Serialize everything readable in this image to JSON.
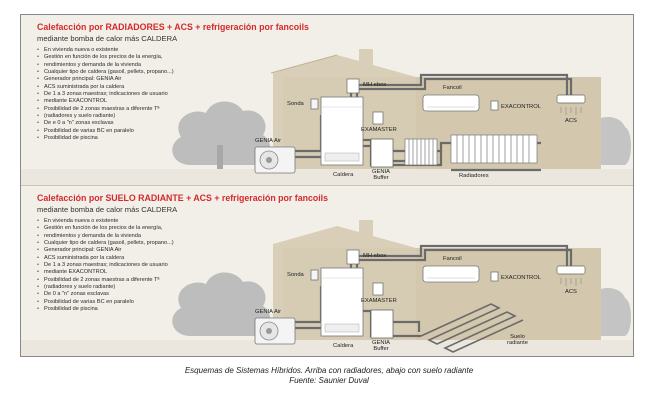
{
  "panels": [
    {
      "title": "Calefacción por RADIADORES + ACS + refrigeración por fancoils",
      "subtitle": "mediante bomba de calor más CALDERA",
      "features": [
        "En vivienda nueva o existente",
        "Gestión en función de los precios de la energía,",
        "rendimientos y demanda de la vivienda",
        "Cualquier tipo de caldera (gasoil, pellets, propano...)",
        "Generador principal: GENIA Air",
        "ACS suministrada por la caldera",
        "De 1 a 3 zonas maestras; indicaciones de usuario",
        "mediante EXACONTROL",
        "Posibilidad de 2 zonas maestras a diferente Tª",
        "(radiadores y suelo radiante)",
        "De e 0 a \"n\" zonas esclavas",
        "Posibilidad de varias BC en paralelo",
        "Posibilidad de piscina"
      ],
      "labels": {
        "mhebox": "MH ebox",
        "fancoil": "Fancoil",
        "sonda": "Sonda",
        "examaster": "EXAMASTER",
        "exacontrol": "EXACONTROL",
        "acs": "ACS",
        "genia_air": "GENIA Air",
        "caldera": "Caldera",
        "genia_buffer_1": "GENIA",
        "genia_buffer_2": "Buffer",
        "emitter": "Radiadores"
      }
    },
    {
      "title": "Calefacción por SUELO RADIANTE + ACS + refrigeración por fancoils",
      "subtitle": "mediante bomba de calor más CALDERA",
      "features": [
        "En vivienda nueva o existente",
        "Gestión en función de los precios de la energía,",
        "rendimientos y demanda de la vivienda",
        "Cualquier tipo de caldera (gasoil, pellets, propano...)",
        "Generador principal: GENIA Air",
        "ACS suministrada por la caldera",
        "De 1 a 3 zonas maestras; indicaciones de usuario",
        "mediante EXACONTROL",
        "Posibilidad de 2 zonas maestras a diferente Tª",
        "(radiadores y suelo radiante)",
        "De 0 a \"n\" zonas esclavas",
        "Posibilidad de varias BC en paralelo",
        "Posibilidad de piscina"
      ],
      "labels": {
        "mhebox": "MH ebox",
        "fancoil": "Fancoil",
        "sonda": "Sonda",
        "examaster": "EXAMASTER",
        "exacontrol": "EXACONTROL",
        "acs": "ACS",
        "genia_air": "GENIA Air",
        "caldera": "Caldera",
        "genia_buffer_1": "GENIA",
        "genia_buffer_2": "Buffer",
        "emitter_1": "Suelo",
        "emitter_2": "radiante"
      }
    }
  ],
  "caption": {
    "line1": "Esquemas de Sistemas Híbridos. Arriba con radiadores, abajo con suelo radiante",
    "line2": "Fuente: Saunier Duval"
  },
  "colors": {
    "title_red": "#d42a2a",
    "house_fill": "#d9cfb8",
    "house_wall": "#cfc3a6",
    "tree": "#b9b9b9",
    "pipe": "#6e6e6e"
  }
}
